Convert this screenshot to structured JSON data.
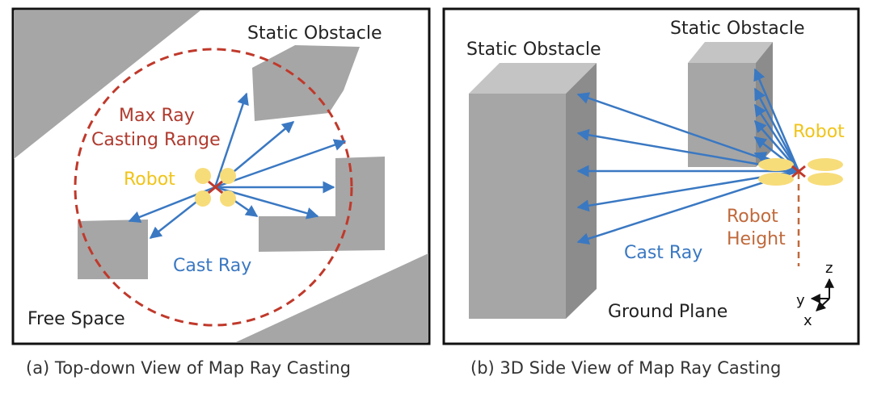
{
  "panel_a": {
    "caption": "(a) Top-down View of Map Ray Casting",
    "labels": {
      "static_obstacle": "Static Obstacle",
      "max_range_line1": "Max Ray",
      "max_range_line2": "Casting Range",
      "robot": "Robot",
      "cast_ray": "Cast Ray",
      "free_space": "Free Space"
    }
  },
  "panel_b": {
    "caption": "(b) 3D Side View of Map Ray Casting",
    "labels": {
      "static_obstacle_left": "Static Obstacle",
      "static_obstacle_right": "Static Obstacle",
      "robot": "Robot",
      "robot_height_line1": "Robot",
      "robot_height_line2": "Height",
      "cast_ray": "Cast Ray",
      "ground_plane": "Ground Plane"
    },
    "axes": {
      "z": "z",
      "y": "y",
      "x": "x"
    }
  },
  "colors": {
    "obstacle": "#a6a6a6",
    "obstacle_dark": "#8c8c8c",
    "ray": "#3a78c2",
    "range_circle": "#c0392b",
    "robot": "#f7dc7a",
    "robot_label": "#f0c419",
    "robot_height": "#c0693b",
    "frame": "#111111"
  }
}
